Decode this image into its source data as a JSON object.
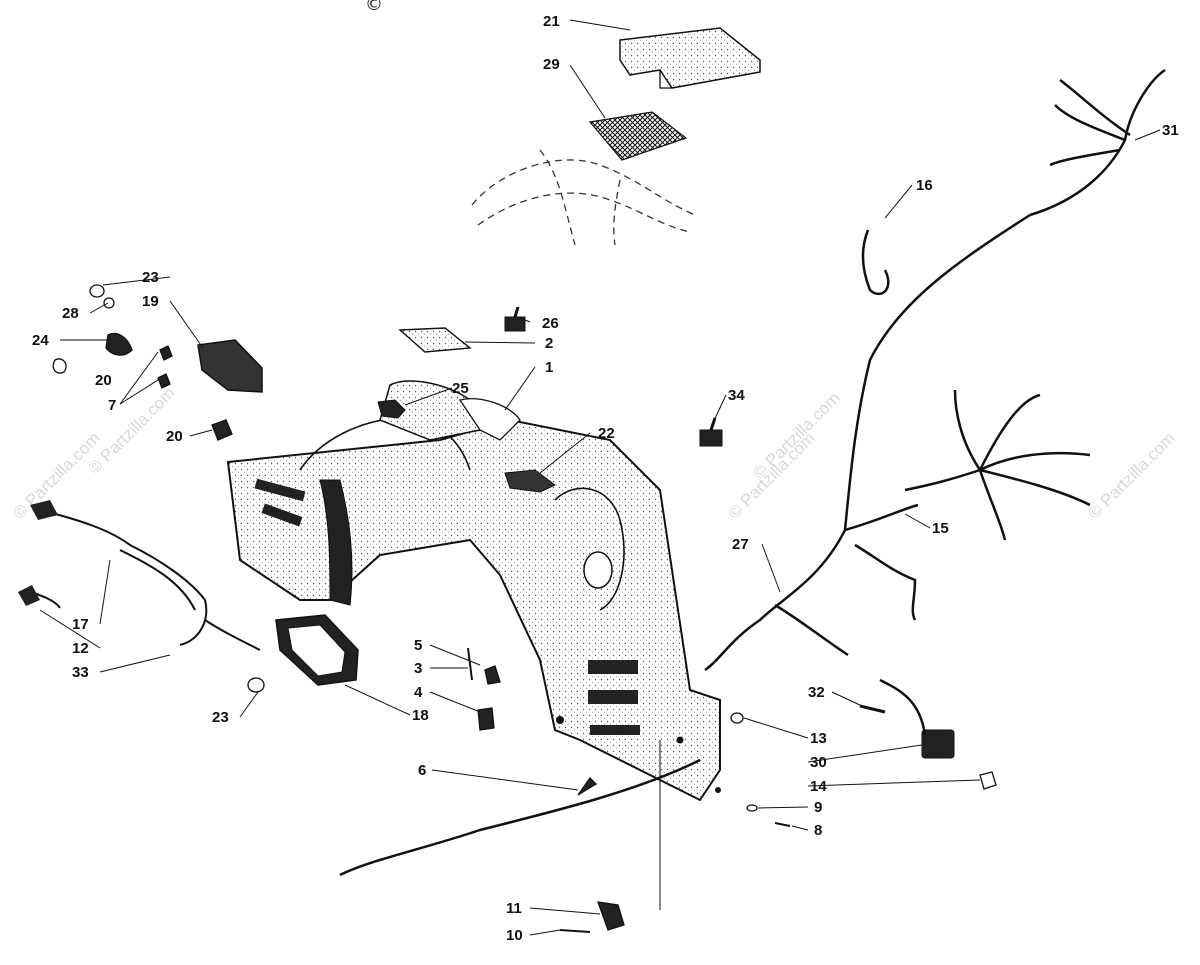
{
  "copyright_mark": "©",
  "watermark": "© Partzilla.com",
  "callouts": {
    "c1": "1",
    "c2": "2",
    "c3": "3",
    "c4": "4",
    "c5": "5",
    "c6": "6",
    "c7": "7",
    "c8": "8",
    "c9": "9",
    "c10": "10",
    "c11": "11",
    "c12": "12",
    "c13": "13",
    "c14": "14",
    "c15": "15",
    "c16": "16",
    "c17": "17",
    "c18": "18",
    "c19": "19",
    "c20a": "20",
    "c20b": "20",
    "c21": "21",
    "c22": "22",
    "c23a": "23",
    "c23b": "23",
    "c24": "24",
    "c25": "25",
    "c26": "26",
    "c27": "27",
    "c28": "28",
    "c29": "29",
    "c30": "30",
    "c31": "31",
    "c32": "32",
    "c33": "33",
    "c34": "34"
  }
}
